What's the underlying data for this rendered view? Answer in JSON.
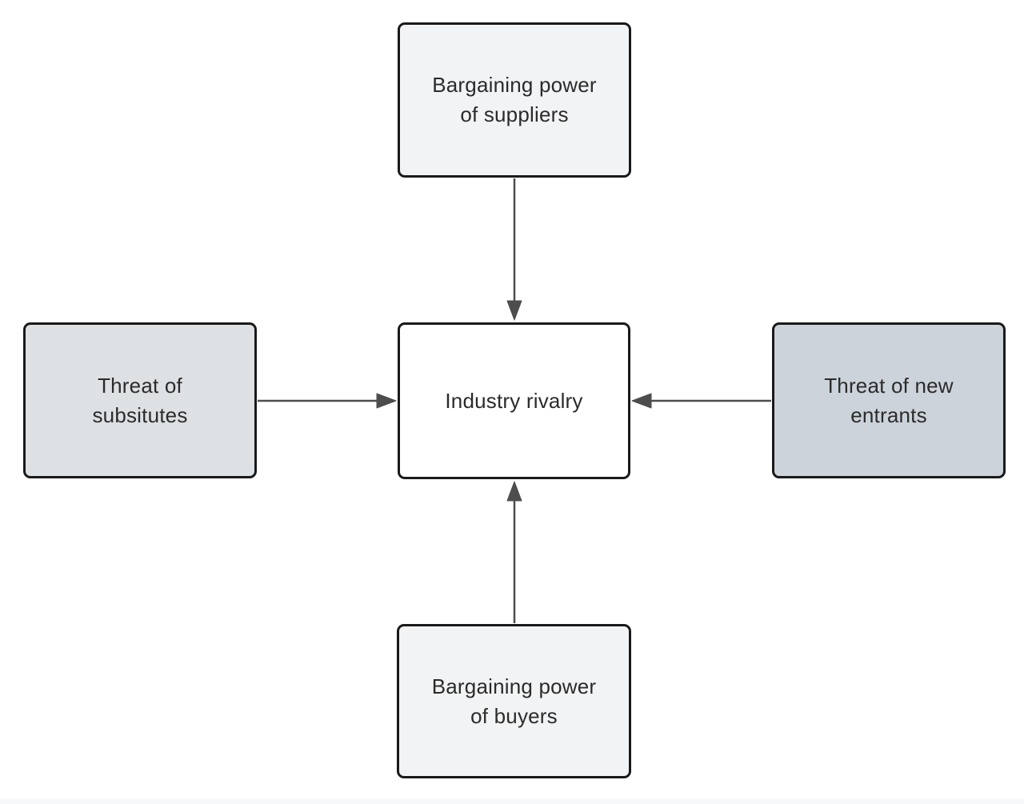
{
  "diagram": {
    "nodes": [
      {
        "id": "suppliers",
        "lines": [
          "Bargaining power",
          "of suppliers"
        ],
        "fill": "#f2f3f5"
      },
      {
        "id": "substitutes",
        "lines": [
          "Threat of",
          "subsitutes"
        ],
        "fill": "#dee1e4"
      },
      {
        "id": "rivalry",
        "lines": [
          "Industry rivalry"
        ],
        "fill": "#ffffff"
      },
      {
        "id": "entrants",
        "lines": [
          "Threat of new",
          "entrants"
        ],
        "fill": "#ccd3da"
      },
      {
        "id": "buyers",
        "lines": [
          "Bargaining power",
          "of buyers"
        ],
        "fill": "#f2f3f5"
      }
    ],
    "edges": [
      {
        "from": "suppliers",
        "to": "rivalry",
        "direction": "down"
      },
      {
        "from": "substitutes",
        "to": "rivalry",
        "direction": "right"
      },
      {
        "from": "entrants",
        "to": "rivalry",
        "direction": "left"
      },
      {
        "from": "buyers",
        "to": "rivalry",
        "direction": "up"
      }
    ],
    "colors": {
      "background": "#ffffff",
      "border": "#1a1a1a",
      "arrow": "#4d4d4d",
      "text": "#2b2b2b"
    }
  }
}
